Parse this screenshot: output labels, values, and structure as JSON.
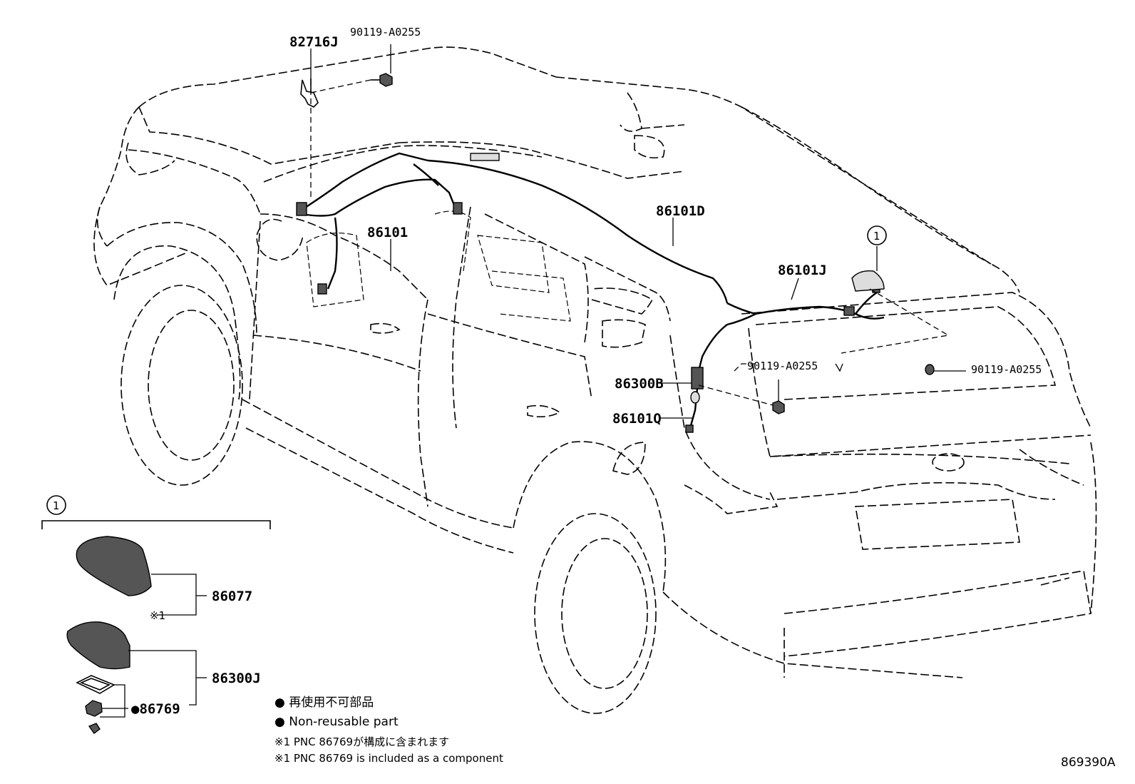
{
  "callouts": {
    "bracket": "82716J",
    "bolt_top": "90119-A0255",
    "wire_front": "86101",
    "wire_roof": "86101D",
    "wire_rear": "86101J",
    "amplifier": "86300B",
    "cable_q": "86101Q",
    "bolt_mid": "90119-A0255",
    "bolt_right": "90119-A0255",
    "detail_ref": "1",
    "detail_marker": "1"
  },
  "detail": {
    "cover": "86077",
    "cover_note": "※1",
    "antenna": "86300J",
    "seal": "●86769"
  },
  "legend": {
    "nonreusable_jp": "● 再使用不可部品",
    "nonreusable_en": "● Non-reusable part",
    "note_jp": "※1 PNC 86769が構成に含まれます",
    "note_en": "※1 PNC 86769 is included as a component"
  },
  "figure_id": "869390A"
}
